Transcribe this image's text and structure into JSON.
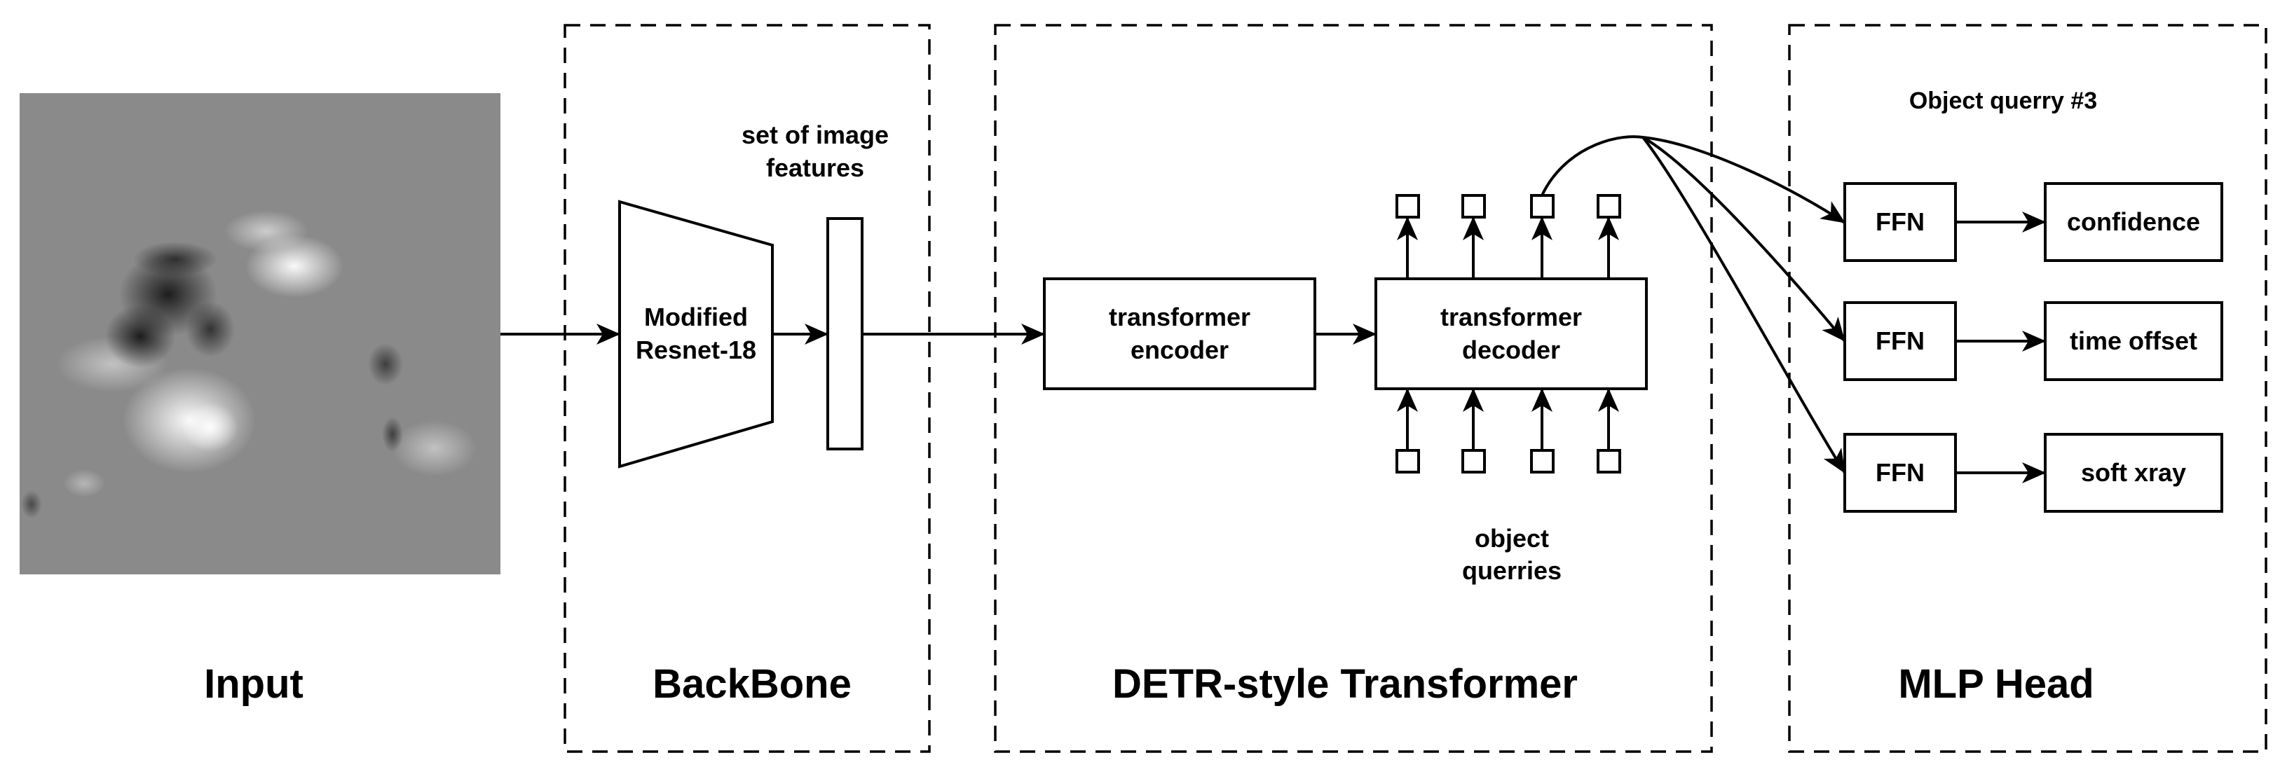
{
  "sections": {
    "input": "Input",
    "backbone": "BackBone",
    "transformer": "DETR-style Transformer",
    "head": "MLP Head"
  },
  "backbone": {
    "network": [
      "Modified",
      "Resnet-18"
    ],
    "features_label": [
      "set of image",
      "features"
    ]
  },
  "transformer": {
    "encoder": [
      "transformer",
      "encoder"
    ],
    "decoder": [
      "transformer",
      "decoder"
    ],
    "queries_label": [
      "object",
      "querries"
    ]
  },
  "head": {
    "query_title": "Object querry #3",
    "ffn": [
      "FFN",
      "FFN",
      "FFN"
    ],
    "outputs": [
      "confidence",
      "time offset",
      "soft xray"
    ]
  },
  "input_image": {
    "type": "grayscale magnetogram",
    "background_color": "#8a8a8a"
  }
}
